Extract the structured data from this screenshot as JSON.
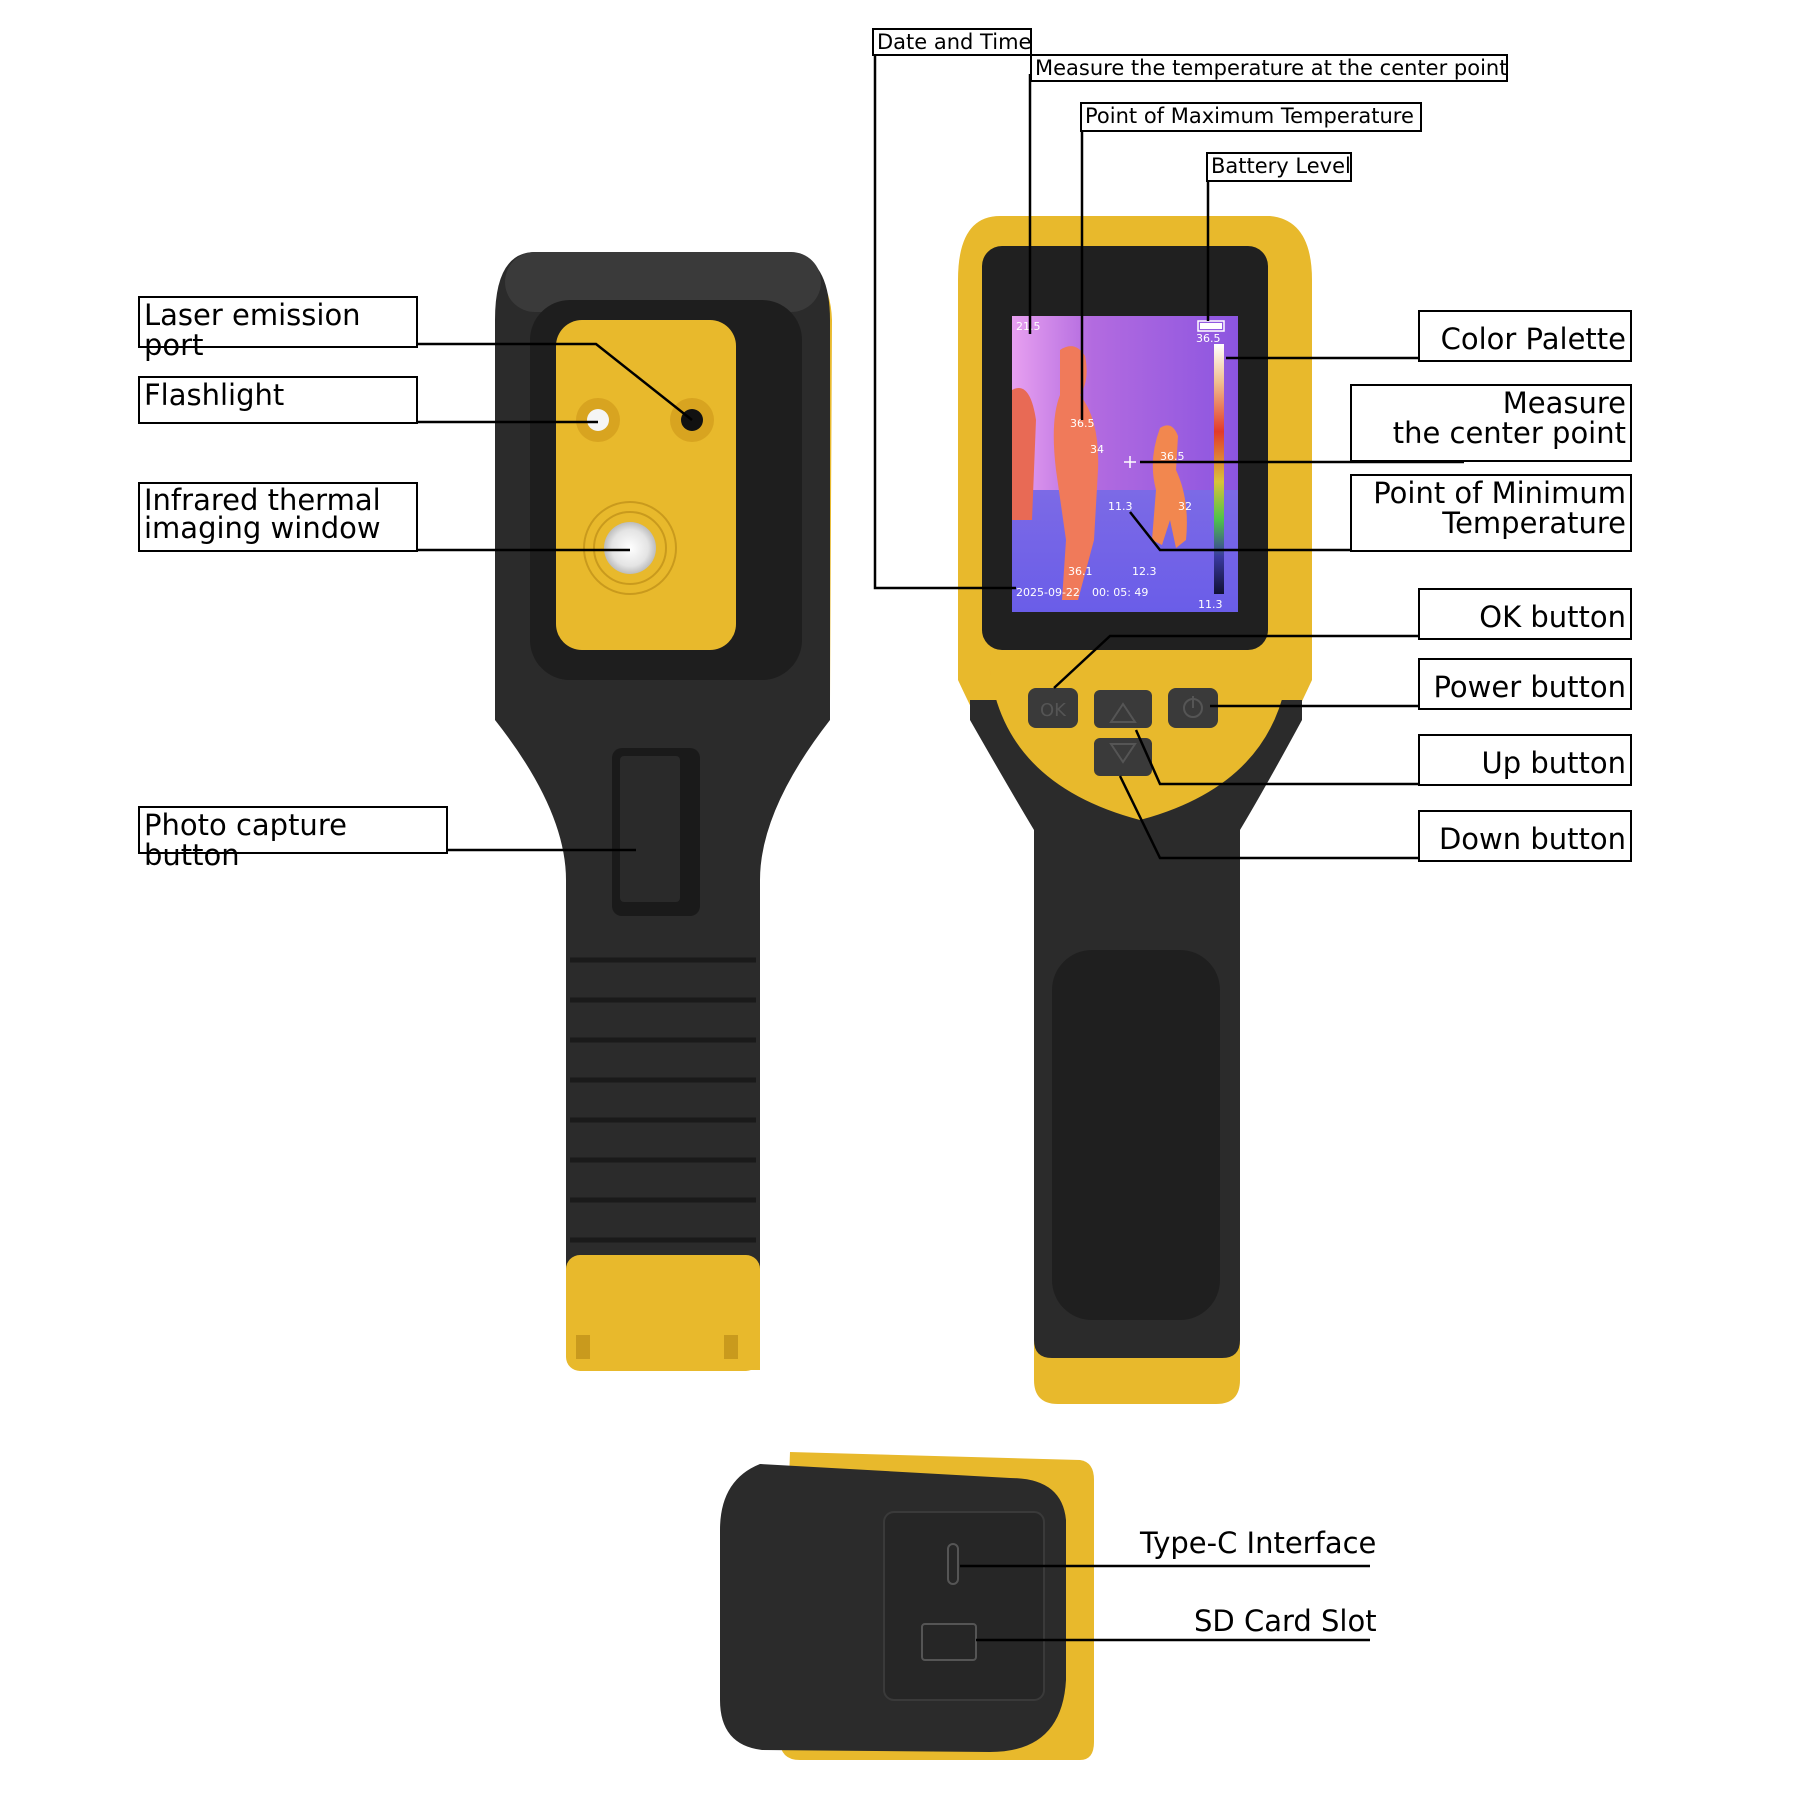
{
  "labels": {
    "laser_port": "Laser emission port",
    "flashlight": "Flashlight",
    "ir_window_line1": "Infrared thermal",
    "ir_window_line2": "imaging window",
    "photo_button": "Photo capture button",
    "date_time": "Date and Time",
    "center_temp": "Measure the temperature at the center point",
    "max_temp_point": "Point of Maximum Temperature",
    "battery_level": "Battery Level",
    "color_palette": "Color Palette",
    "measure_center_line1": "Measure",
    "measure_center_line2": "the center point",
    "min_temp_line1": "Point of Minimum",
    "min_temp_line2": "Temperature",
    "ok_button": "OK button",
    "power_button": "Power button",
    "up_button": "Up button",
    "down_button": "Down button",
    "type_c": "Type-C Interface",
    "sd_slot": "SD Card Slot"
  },
  "screen": {
    "top_left_temp": "21.5",
    "palette_max": "36.5",
    "palette_min": "11.3",
    "max_point_temp": "36.5",
    "center_value": "34",
    "center_right_value": "36.5",
    "min_point_temp": "11.3",
    "right_value": "32",
    "bottom_left_value": "36.1",
    "bottom_mid_value": "12.3",
    "date": "2025-09-22",
    "time": "00: 05: 49",
    "ok_glyph": "OK"
  },
  "colors": {
    "body_yellow": "#e8b92c",
    "body_black": "#2b2b2b",
    "screen_base": "#b36be0"
  }
}
